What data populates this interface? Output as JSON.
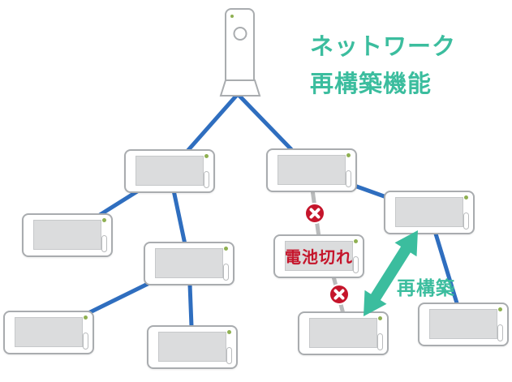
{
  "title": {
    "line1": "ネットワーク",
    "line2": "再構築機能"
  },
  "labels": {
    "battery_dead": "電池切れ",
    "rebuild": "再構築"
  },
  "colors": {
    "accent": "#3BBD9E",
    "link": "#2F6EBF",
    "alert": "#C5152B",
    "broken_link": "#B9BBBC",
    "device_border": "#A9ACAF",
    "screen_fill": "#DBDCDD",
    "led_green": "#8FB052"
  },
  "diagram": {
    "type": "network-tree",
    "nodes": [
      {
        "id": "base-station",
        "kind": "base-station"
      },
      {
        "id": "phone-left",
        "kind": "handset"
      },
      {
        "id": "phone-right",
        "kind": "handset"
      },
      {
        "id": "phone-left-child-1",
        "kind": "handset"
      },
      {
        "id": "phone-left-child-2",
        "kind": "handset"
      },
      {
        "id": "phone-left-grandchild-1",
        "kind": "handset"
      },
      {
        "id": "phone-left-grandchild-2",
        "kind": "handset"
      },
      {
        "id": "phone-battery-dead",
        "kind": "handset",
        "status_label": "電池切れ"
      },
      {
        "id": "phone-right-child",
        "kind": "handset"
      },
      {
        "id": "phone-orphaned",
        "kind": "handset"
      },
      {
        "id": "phone-right-grandchild",
        "kind": "handset"
      }
    ],
    "edges": [
      {
        "from": "base-station",
        "to": "phone-left",
        "status": "active"
      },
      {
        "from": "base-station",
        "to": "phone-right",
        "status": "active"
      },
      {
        "from": "phone-left",
        "to": "phone-left-child-1",
        "status": "active"
      },
      {
        "from": "phone-left",
        "to": "phone-left-child-2",
        "status": "active"
      },
      {
        "from": "phone-left-child-2",
        "to": "phone-left-grandchild-1",
        "status": "active"
      },
      {
        "from": "phone-left-child-2",
        "to": "phone-left-grandchild-2",
        "status": "active"
      },
      {
        "from": "phone-right",
        "to": "phone-battery-dead",
        "status": "broken"
      },
      {
        "from": "phone-right",
        "to": "phone-right-child",
        "status": "active"
      },
      {
        "from": "phone-battery-dead",
        "to": "phone-orphaned",
        "status": "broken"
      },
      {
        "from": "phone-right-child",
        "to": "phone-right-grandchild",
        "status": "active"
      },
      {
        "from": "phone-orphaned",
        "to": "phone-right-child",
        "status": "rebuilt",
        "label": "再構築"
      }
    ]
  }
}
